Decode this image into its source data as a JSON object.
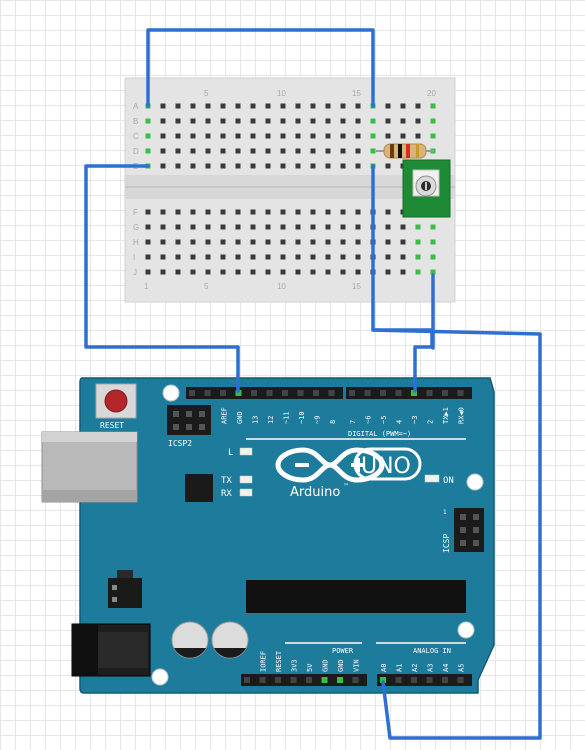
{
  "breadcrumb_board": {
    "row_letters": [
      "A",
      "B",
      "C",
      "D",
      "E",
      "F",
      "G",
      "H",
      "I",
      "J"
    ],
    "column_numbers": [
      "5",
      "10",
      "15",
      "20"
    ]
  },
  "arduino": {
    "reset_label": "RESET",
    "icsp2_label": "ICSP2",
    "icsp_label": "ICSP",
    "led_l": "L",
    "led_tx": "TX",
    "led_rx": "RX",
    "led_on": "ON",
    "brand": "Arduino",
    "trademark": "™",
    "model": "UNO",
    "digital_label": "DIGITAL (PWM=~)",
    "analog_label": "ANALOG IN",
    "power_label": "POWER",
    "digital_pins": [
      "AREF",
      "GND",
      "13",
      "12",
      "~11",
      "~10",
      "~9",
      "8",
      "7",
      "~6",
      "~5",
      "4",
      "~3",
      "2",
      "TX▶1",
      "RX◀0"
    ],
    "power_pins": [
      "IOREF",
      "RESET",
      "3V3",
      "5V",
      "GND",
      "GND",
      "VIN"
    ],
    "analog_pins": [
      "A0",
      "A1",
      "A2",
      "A3",
      "A4",
      "A5"
    ]
  },
  "colors": {
    "wire": "#2f6fd0",
    "board_teal": "#1d7b9c",
    "breadboard": "#e4e4e4"
  }
}
